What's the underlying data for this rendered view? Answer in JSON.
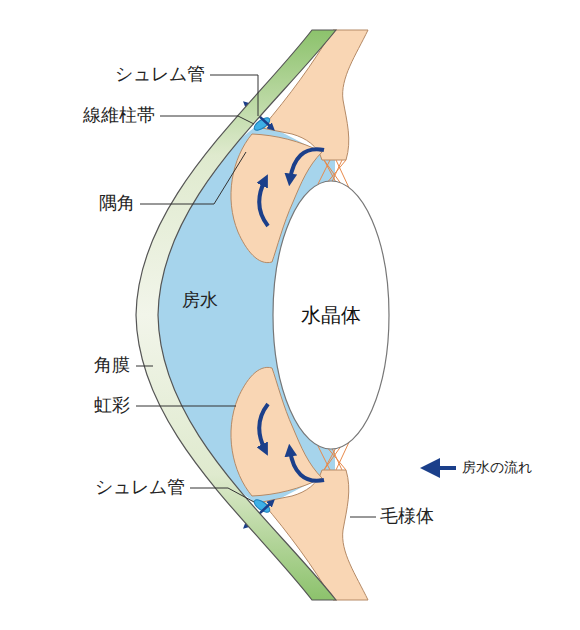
{
  "diagram": {
    "nodes": [
      {
        "text": [
          "水晶体"
        ]
      }
    ],
    "labels": [
      "シュレム管",
      "線維柱帯",
      "隅角",
      "房水",
      "角膜",
      "虹彩",
      "シュレム管",
      "毛様体"
    ],
    "legend": [
      {
        "text": "房水の流れ"
      }
    ]
  }
}
